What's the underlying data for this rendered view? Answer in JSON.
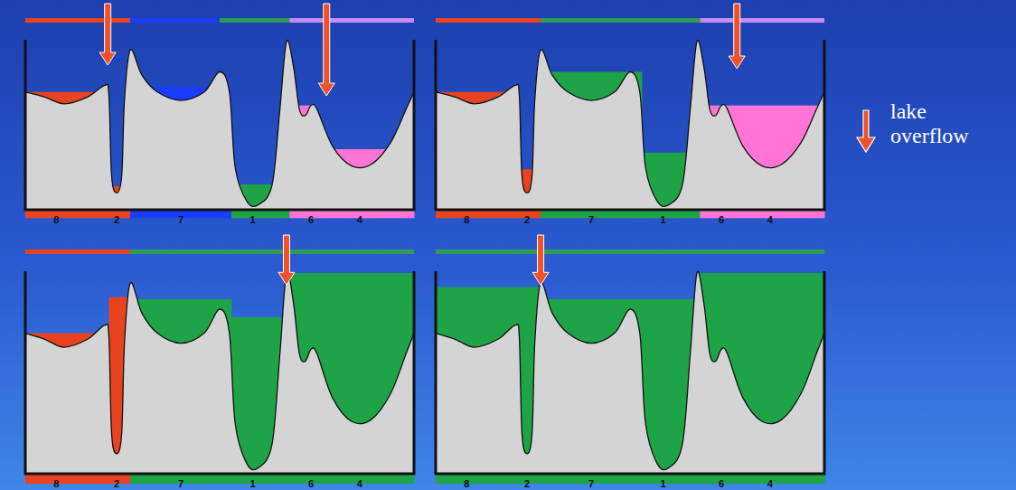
{
  "diagram": {
    "labels": [
      "8",
      "2",
      "7",
      "1",
      "6",
      "4",
      "8",
      "2",
      "7",
      "1",
      "6",
      "4",
      "8",
      "2",
      "7",
      "1",
      "6",
      "4",
      "8",
      "2",
      "7",
      "1",
      "6",
      "4"
    ],
    "legend": [
      {
        "text": "lake overflow"
      }
    ]
  }
}
